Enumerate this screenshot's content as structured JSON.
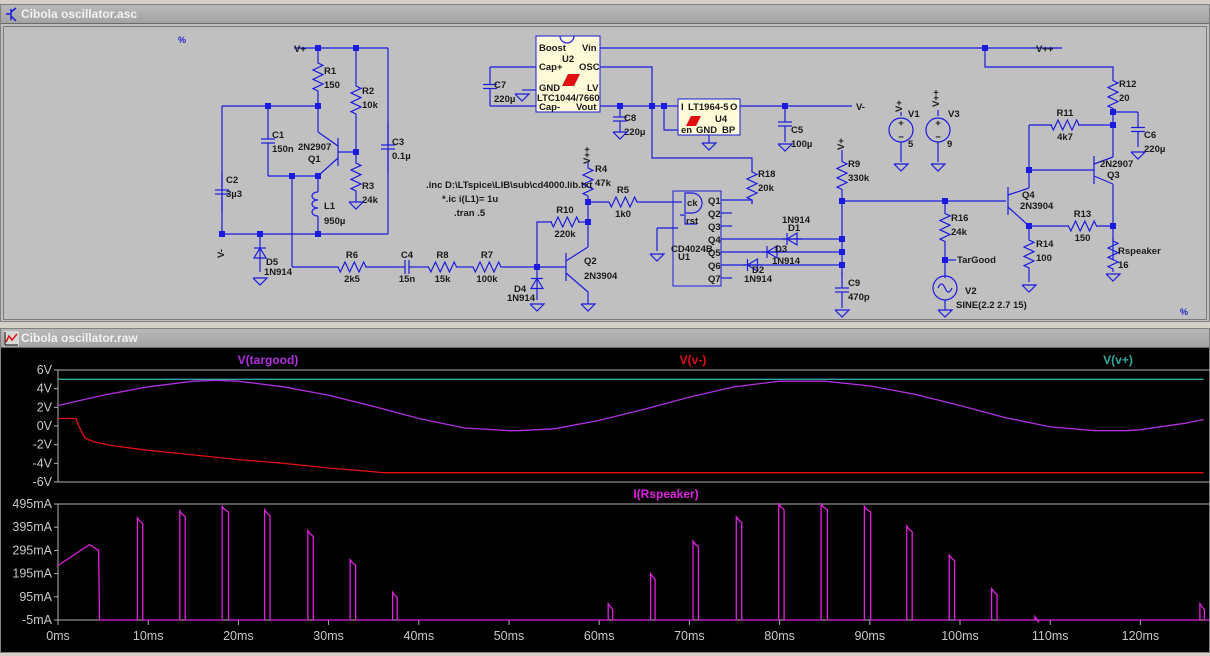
{
  "schematic_window": {
    "title": "Cibola oscillator.asc",
    "icon": "transistor-icon",
    "directives": [
      ".inc D:\\LTspice\\LIB\\sub\\cd4000.lib.txt",
      "*.ic i(L1)= 1u",
      ".tran .5"
    ],
    "marker": "%",
    "nets": {
      "vplus": "V+",
      "vplusplus": "V++",
      "vminus": "V-",
      "targood": "TarGood"
    },
    "components": {
      "R1": {
        "name": "R1",
        "value": "150"
      },
      "R2": {
        "name": "R2",
        "value": "10k"
      },
      "R3": {
        "name": "R3",
        "value": "24k"
      },
      "R4": {
        "name": "R4",
        "value": "47k"
      },
      "R5": {
        "name": "R5",
        "value": "1k0"
      },
      "R6": {
        "name": "R6",
        "value": "2k5"
      },
      "R7": {
        "name": "R7",
        "value": "100k"
      },
      "R8": {
        "name": "R8",
        "value": "15k"
      },
      "R9": {
        "name": "R9",
        "value": "330k"
      },
      "R10": {
        "name": "R10",
        "value": "220k"
      },
      "R11": {
        "name": "R11",
        "value": "4k7"
      },
      "R12": {
        "name": "R12",
        "value": "20"
      },
      "R13": {
        "name": "R13",
        "value": "150"
      },
      "R14": {
        "name": "R14",
        "value": "100"
      },
      "R16": {
        "name": "R16",
        "value": "24k"
      },
      "R18": {
        "name": "R18",
        "value": "20k"
      },
      "Rspeaker": {
        "name": "Rspeaker",
        "value": "16"
      },
      "C1": {
        "name": "C1",
        "value": "150n"
      },
      "C2": {
        "name": "C2",
        "value": "3µ3"
      },
      "C3": {
        "name": "C3",
        "value": "0.1µ"
      },
      "C4": {
        "name": "C4",
        "value": "15n"
      },
      "C5": {
        "name": "C5",
        "value": "100µ"
      },
      "C6": {
        "name": "C6",
        "value": "220µ"
      },
      "C7": {
        "name": "C7",
        "value": "220µ"
      },
      "C8": {
        "name": "C8",
        "value": "220µ"
      },
      "C9": {
        "name": "C9",
        "value": "470p"
      },
      "L1": {
        "name": "L1",
        "value": "950µ"
      },
      "Q1": {
        "name": "Q1",
        "value": "2N2907"
      },
      "Q2": {
        "name": "Q2",
        "value": "2N3904"
      },
      "Q3": {
        "name": "Q3",
        "value": "2N2907"
      },
      "Q4": {
        "name": "Q4",
        "value": "2N3904"
      },
      "D1": {
        "name": "D1",
        "value": "1N914"
      },
      "D2": {
        "name": "D2",
        "value": "1N914"
      },
      "D3": {
        "name": "D3",
        "value": "1N914"
      },
      "D4": {
        "name": "D4",
        "value": "1N914"
      },
      "D5": {
        "name": "D5",
        "value": "1N914"
      },
      "V1": {
        "name": "V1",
        "value": "5"
      },
      "V2": {
        "name": "V2",
        "value": "SINE(2.2 2.7 15)"
      },
      "V3": {
        "name": "V3",
        "value": "9"
      },
      "U1": {
        "name": "U1",
        "value": "CD4024B",
        "pins": [
          "ck",
          "rst",
          "Q1",
          "Q2",
          "Q3",
          "Q4",
          "Q5",
          "Q6",
          "Q7"
        ]
      },
      "U2": {
        "name": "U2",
        "value": "LTC1044/7660",
        "pins": [
          "Boost",
          "Vin",
          "Cap+",
          "OSC",
          "GND",
          "LV",
          "Cap-",
          "Vout"
        ]
      },
      "U4": {
        "name": "U4",
        "value": "LT1964-5",
        "pins": [
          "I",
          "O",
          "en",
          "GND",
          "BP"
        ]
      }
    }
  },
  "waveform_window": {
    "title": "Cibola oscillator.raw",
    "icon": "waveform-icon"
  },
  "chart_data": [
    {
      "type": "line",
      "title": "",
      "xlabel": "",
      "ylabel": "",
      "x_ticks": [
        "0ms",
        "10ms",
        "20ms",
        "30ms",
        "40ms",
        "50ms",
        "60ms",
        "70ms",
        "80ms",
        "90ms",
        "100ms",
        "110ms",
        "120ms"
      ],
      "xlim": [
        0,
        127
      ],
      "y_ticks": [
        "6V",
        "4V",
        "2V",
        "0V",
        "-2V",
        "-4V",
        "-6V"
      ],
      "ylim": [
        -6,
        6
      ],
      "grid": false,
      "series": [
        {
          "name": "V(targood)",
          "color": "#b030e0",
          "x": [
            0,
            5,
            10,
            15,
            17.5,
            20,
            25,
            30,
            35,
            40,
            45,
            50,
            51,
            55,
            60,
            65,
            70,
            75,
            80,
            85,
            90,
            95,
            100,
            105,
            110,
            115,
            118.5,
            120,
            125,
            127
          ],
          "y": [
            2.2,
            3.3,
            4.2,
            4.8,
            4.9,
            4.8,
            4.2,
            3.3,
            2.1,
            0.8,
            -0.2,
            -0.5,
            -0.5,
            -0.3,
            0.6,
            1.8,
            3.1,
            4.2,
            4.8,
            4.8,
            4.3,
            3.4,
            2.2,
            0.9,
            -0.1,
            -0.5,
            -0.5,
            -0.4,
            0.3,
            0.7
          ]
        },
        {
          "name": "V(v-)",
          "color": "#e01010",
          "x": [
            0,
            2,
            2.3,
            3,
            4,
            6,
            10,
            15,
            20,
            25,
            30,
            35,
            36,
            40,
            127
          ],
          "y": [
            0.8,
            0.8,
            0.0,
            -1.3,
            -1.7,
            -2.1,
            -2.6,
            -3.1,
            -3.6,
            -4.0,
            -4.5,
            -4.9,
            -5.0,
            -5.0,
            -5.0
          ]
        },
        {
          "name": "V(v+)",
          "color": "#30a8a0",
          "x": [
            0,
            127
          ],
          "y": [
            5.0,
            5.0
          ]
        }
      ],
      "legend": "top"
    },
    {
      "type": "line",
      "title": "",
      "xlabel": "",
      "ylabel": "",
      "x_ticks": [
        "0ms",
        "10ms",
        "20ms",
        "30ms",
        "40ms",
        "50ms",
        "60ms",
        "70ms",
        "80ms",
        "90ms",
        "100ms",
        "110ms",
        "120ms"
      ],
      "xlim": [
        0,
        127
      ],
      "y_ticks": [
        "495mA",
        "395mA",
        "295mA",
        "195mA",
        "95mA",
        "-5mA"
      ],
      "ylim": [
        -5,
        495
      ],
      "grid": false,
      "series": [
        {
          "name": "I(Rspeaker)",
          "color": "#e020e0",
          "first_pulse": {
            "x": [
              0,
              3.5,
              4.5,
              4.6
            ],
            "y": [
              230,
              320,
              295,
              -5
            ]
          },
          "pulses": [
            {
              "t_ms": 8.8,
              "width_ms": 0.6,
              "peak": 435
            },
            {
              "t_ms": 13.5,
              "width_ms": 0.6,
              "peak": 465
            },
            {
              "t_ms": 18.2,
              "width_ms": 0.7,
              "peak": 485
            },
            {
              "t_ms": 22.9,
              "width_ms": 0.6,
              "peak": 470
            },
            {
              "t_ms": 27.7,
              "width_ms": 0.6,
              "peak": 380
            },
            {
              "t_ms": 32.4,
              "width_ms": 0.6,
              "peak": 255
            },
            {
              "t_ms": 37.1,
              "width_ms": 0.5,
              "peak": 115
            },
            {
              "t_ms": 61.0,
              "width_ms": 0.5,
              "peak": 65
            },
            {
              "t_ms": 65.7,
              "width_ms": 0.5,
              "peak": 195
            },
            {
              "t_ms": 70.4,
              "width_ms": 0.6,
              "peak": 335
            },
            {
              "t_ms": 75.2,
              "width_ms": 0.6,
              "peak": 440
            },
            {
              "t_ms": 79.9,
              "width_ms": 0.6,
              "peak": 495
            },
            {
              "t_ms": 84.6,
              "width_ms": 0.7,
              "peak": 495
            },
            {
              "t_ms": 89.4,
              "width_ms": 0.7,
              "peak": 485
            },
            {
              "t_ms": 94.1,
              "width_ms": 0.6,
              "peak": 400
            },
            {
              "t_ms": 98.8,
              "width_ms": 0.6,
              "peak": 275
            },
            {
              "t_ms": 103.5,
              "width_ms": 0.6,
              "peak": 130
            },
            {
              "t_ms": 108.3,
              "width_ms": 0.4,
              "peak": 10
            },
            {
              "t_ms": 126.6,
              "width_ms": 0.5,
              "peak": 65
            }
          ],
          "baseline": -5
        }
      ],
      "legend": "top"
    }
  ]
}
